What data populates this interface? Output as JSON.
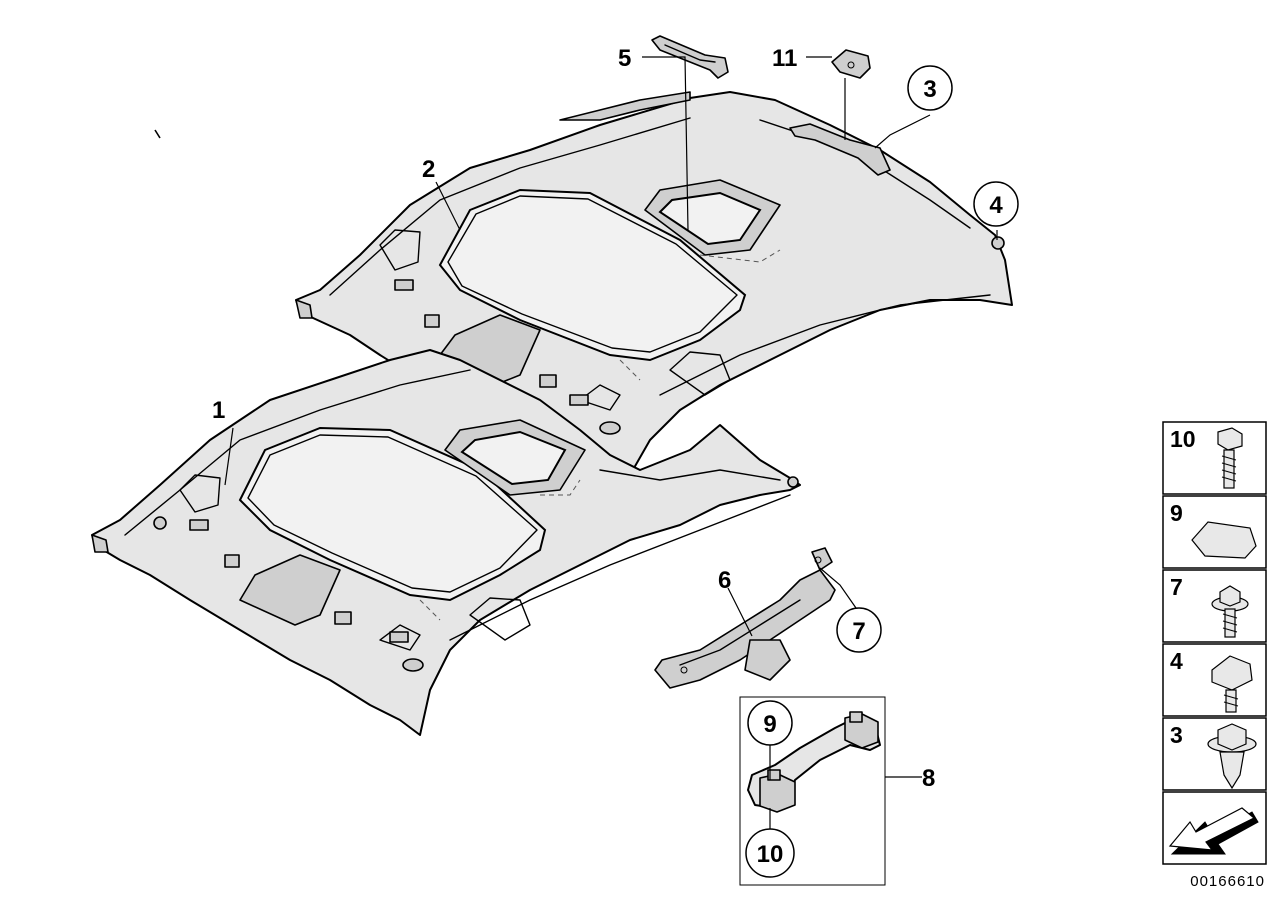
{
  "diagram_id": "00166610",
  "callouts": {
    "c1": "1",
    "c2": "2",
    "c3": "3",
    "c4": "4",
    "c5": "5",
    "c6": "6",
    "c7": "7",
    "c8": "8",
    "c9": "9",
    "c10": "10",
    "c11": "11"
  },
  "legend": {
    "r10": "10",
    "r9": "9",
    "r7": "7",
    "r4": "4",
    "r3": "3"
  }
}
